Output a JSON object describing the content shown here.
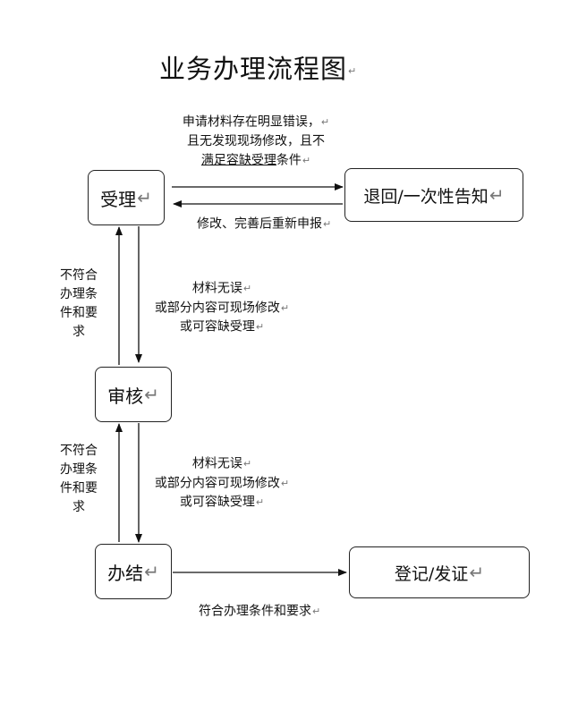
{
  "title": "业务办理流程图",
  "para_mark": "↵",
  "nodes": {
    "accept": "受理",
    "return_notice": "退回/一次性告知",
    "review": "审核",
    "complete": "办结",
    "register": "登记/发证"
  },
  "labels": {
    "error_line1": "申请材料存在明显错误，",
    "error_line2": "且无发现现场修改，且不",
    "error_line3_u": "满足容缺受理",
    "error_line3_rest": "条件",
    "resubmit": "修改、完善后重新申报",
    "ok1_line1": "材料无误",
    "ok1_line2": "或部分内容可现场修改",
    "ok1_line3": "或可容缺受理",
    "ok2_line1": "材料无误",
    "ok2_line2": "或部分内容可现场修改",
    "ok2_line3": "或可容缺受理",
    "fail1_line1": "不符合",
    "fail1_line2": "办理条",
    "fail1_line3": "件和要",
    "fail1_line4": "求",
    "fail2_line1": "不符合",
    "fail2_line2": "办理条",
    "fail2_line3": "件和要",
    "fail2_line4": "求",
    "meets": "符合办理条件和要求"
  }
}
